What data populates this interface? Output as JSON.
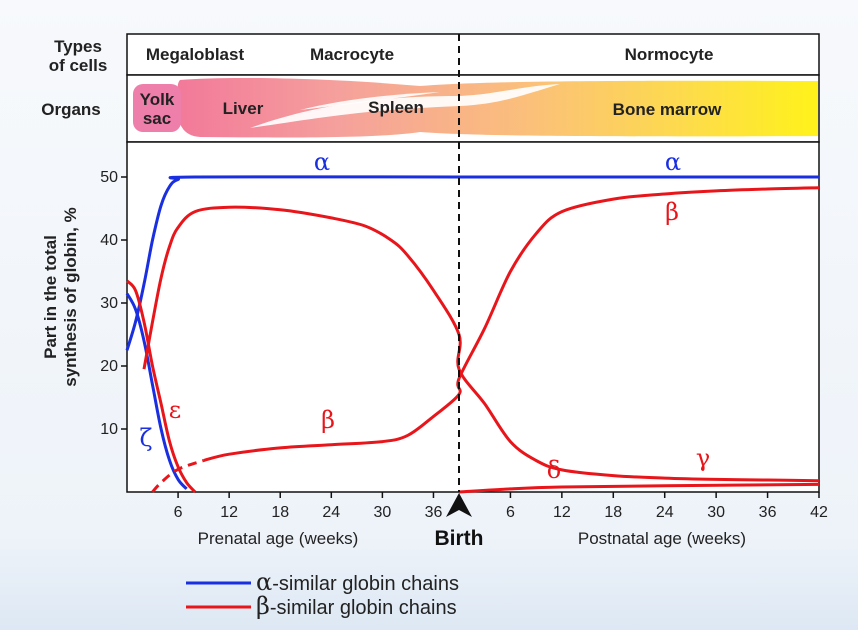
{
  "header": {
    "types_label": [
      "Types",
      "of cells"
    ],
    "organs_label": "Organs",
    "cell_types": [
      "Megaloblast",
      "Macrocyte",
      "Normocyte"
    ],
    "organs": {
      "yolk_sac": [
        "Yolk",
        "sac"
      ],
      "liver": "Liver",
      "spleen": "Spleen",
      "bone_marrow": "Bone marrow"
    }
  },
  "colors": {
    "alpha": "#1a2fe0",
    "beta": "#e8161b",
    "frame": "#111111"
  },
  "chart_data": {
    "type": "line",
    "ylabel": [
      "Part in the total",
      "synthesis of globin, %"
    ],
    "xlabel_prenatal": "Prenatal age (weeks)",
    "xlabel_postnatal": "Postnatal age (weeks)",
    "birth_label": "Birth",
    "ylim": [
      0,
      55
    ],
    "yticks": [
      10,
      20,
      30,
      40,
      50
    ],
    "xticks_prenatal": [
      6,
      12,
      18,
      24,
      30,
      36
    ],
    "xticks_postnatal": [
      6,
      12,
      18,
      24,
      30,
      36,
      42
    ],
    "prenatal_xlim": [
      0,
      39
    ],
    "postnatal_xlim": [
      0,
      42
    ],
    "series": [
      {
        "name": "α",
        "family": "alpha",
        "label_greek": "α",
        "points": [
          [
            0,
            22.5
          ],
          [
            1,
            27
          ],
          [
            2,
            33
          ],
          [
            3,
            40
          ],
          [
            4,
            45.5
          ],
          [
            5,
            48.5
          ],
          [
            6,
            49.6
          ],
          [
            8,
            50
          ],
          [
            39,
            50
          ],
          [
            "b",
            0,
            50
          ],
          [
            "b",
            42,
            50
          ]
        ]
      },
      {
        "name": "ζ",
        "family": "alpha",
        "label_greek": "ζ",
        "points": [
          [
            0,
            31.5
          ],
          [
            1,
            29
          ],
          [
            2,
            24
          ],
          [
            3,
            17
          ],
          [
            4,
            10
          ],
          [
            5,
            5
          ],
          [
            6,
            2
          ],
          [
            7,
            0.5
          ]
        ]
      },
      {
        "name": "ε",
        "family": "beta",
        "label_greek": "ε",
        "points": [
          [
            0,
            33.5
          ],
          [
            1,
            32
          ],
          [
            2,
            27
          ],
          [
            3,
            20
          ],
          [
            4,
            14
          ],
          [
            5,
            8
          ],
          [
            6,
            4
          ],
          [
            7,
            1.5
          ],
          [
            8,
            0
          ]
        ]
      },
      {
        "name": "γ",
        "family": "beta",
        "label_greek": "γ",
        "points": [
          [
            2,
            19.5
          ],
          [
            3,
            27
          ],
          [
            4,
            34
          ],
          [
            5,
            39
          ],
          [
            6,
            42
          ],
          [
            8,
            44.5
          ],
          [
            12,
            45.2
          ],
          [
            18,
            44.8
          ],
          [
            24,
            43.5
          ],
          [
            28,
            42.2
          ],
          [
            31,
            40
          ],
          [
            33,
            37.5
          ],
          [
            36,
            32
          ],
          [
            39,
            25
          ],
          [
            "b",
            0,
            19.5
          ],
          [
            "b",
            3,
            14
          ],
          [
            "b",
            6,
            8
          ],
          [
            "b",
            9,
            5
          ],
          [
            "b",
            12,
            3.5
          ],
          [
            "b",
            18,
            2.6
          ],
          [
            "b",
            24,
            2.2
          ],
          [
            "b",
            30,
            2
          ],
          [
            "b",
            36,
            1.9
          ],
          [
            "b",
            42,
            1.8
          ]
        ]
      },
      {
        "name": "β",
        "family": "beta",
        "label_greek": "β",
        "dashed_until": 9,
        "points": [
          [
            3,
            0
          ],
          [
            4,
            1.5
          ],
          [
            6,
            3.6
          ],
          [
            9,
            5
          ],
          [
            12,
            6
          ],
          [
            18,
            7
          ],
          [
            24,
            7.5
          ],
          [
            30,
            8
          ],
          [
            33,
            9
          ],
          [
            36,
            12
          ],
          [
            39,
            15.5
          ],
          [
            "b",
            0,
            18
          ],
          [
            "b",
            3,
            26
          ],
          [
            "b",
            6,
            35
          ],
          [
            "b",
            9,
            41
          ],
          [
            "b",
            12,
            44.5
          ],
          [
            "b",
            18,
            46.5
          ],
          [
            "b",
            24,
            47.3
          ],
          [
            "b",
            30,
            47.8
          ],
          [
            "b",
            36,
            48.1
          ],
          [
            "b",
            42,
            48.3
          ]
        ]
      },
      {
        "name": "δ",
        "family": "beta",
        "label_greek": "δ",
        "points": [
          [
            "b",
            0,
            0
          ],
          [
            "b",
            6,
            0.5
          ],
          [
            "b",
            12,
            0.8
          ],
          [
            "b",
            24,
            1
          ],
          [
            "b",
            42,
            1.2
          ]
        ]
      }
    ],
    "legend": [
      {
        "family": "alpha",
        "greek": "α",
        "text": "-similar globin chains"
      },
      {
        "family": "beta",
        "greek": "β",
        "text": "-similar globin chains"
      }
    ],
    "legend_position": "bottom-left"
  }
}
